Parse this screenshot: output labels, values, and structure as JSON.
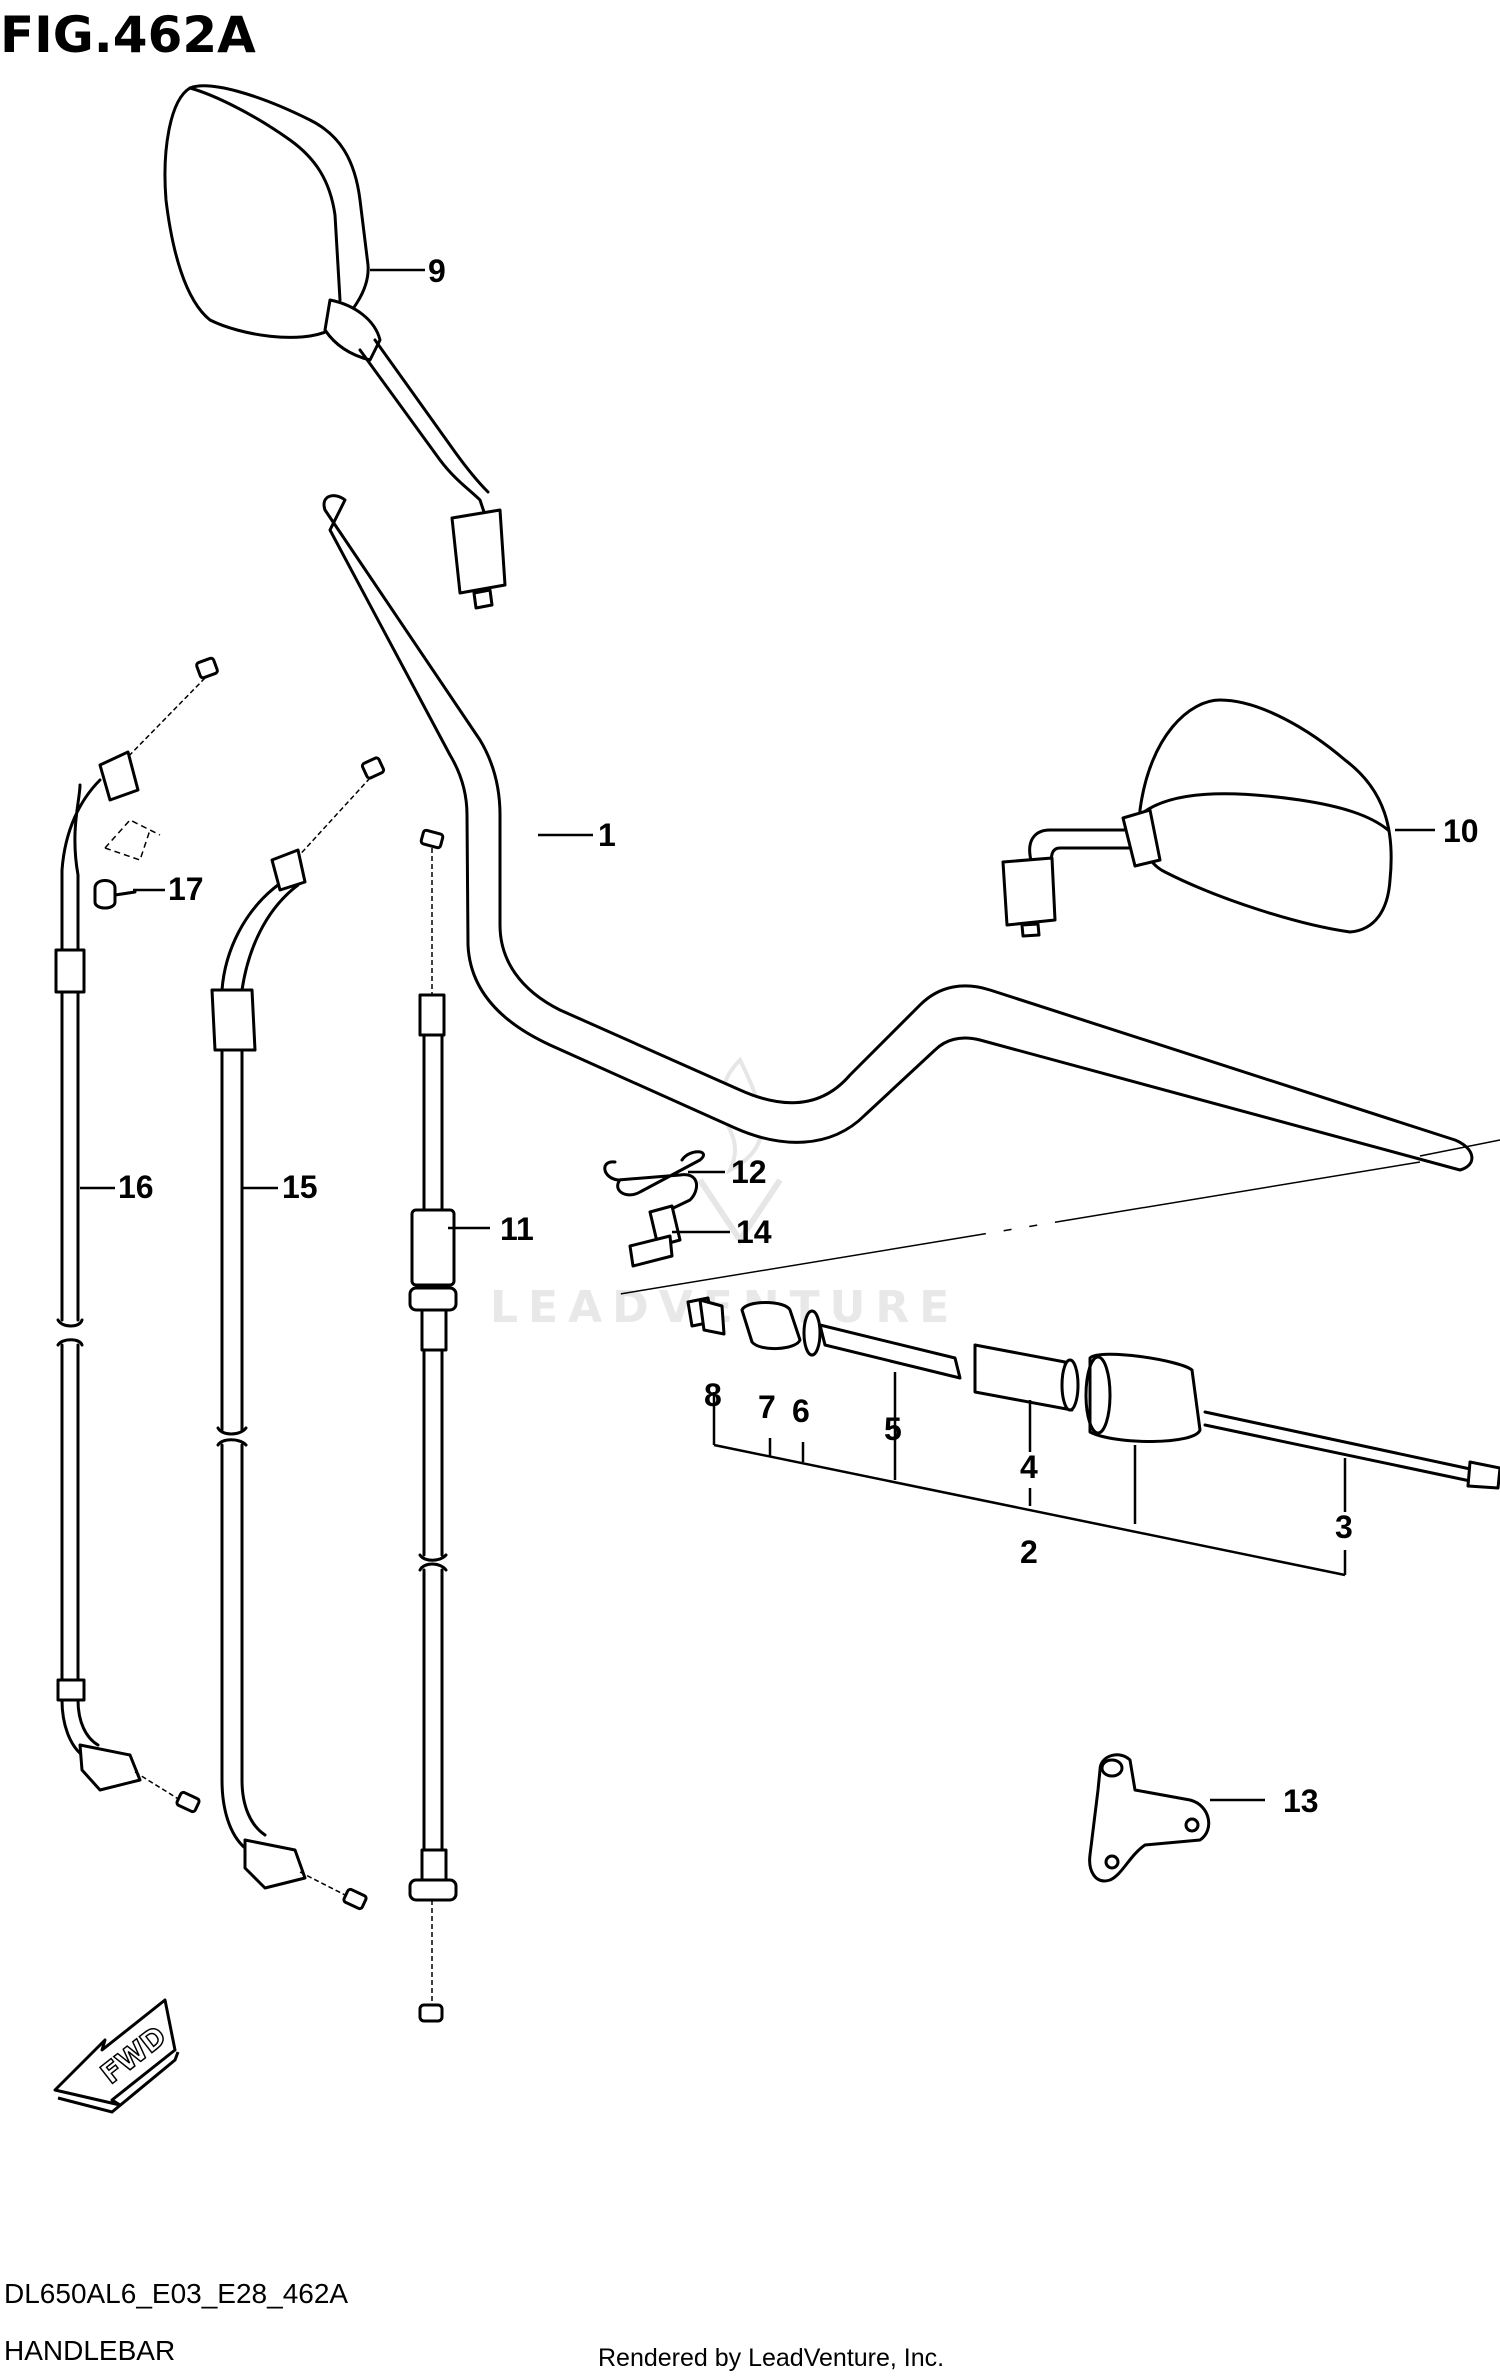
{
  "figure": {
    "title": "FIG.462A",
    "code": "DL650AL6_E03_E28_462A",
    "name": "HANDLEBAR",
    "credit": "Rendered by LeadVenture, Inc.",
    "watermark": "LEADVENTURE",
    "fwd_label": "FWD"
  },
  "callouts": {
    "c1": "1",
    "c2": "2",
    "c3": "3",
    "c4": "4",
    "c5": "5",
    "c6": "6",
    "c7": "7",
    "c8": "8",
    "c9": "9",
    "c10": "10",
    "c11": "11",
    "c12": "12",
    "c13": "13",
    "c14": "14",
    "c15": "15",
    "c16": "16",
    "c17": "17"
  }
}
